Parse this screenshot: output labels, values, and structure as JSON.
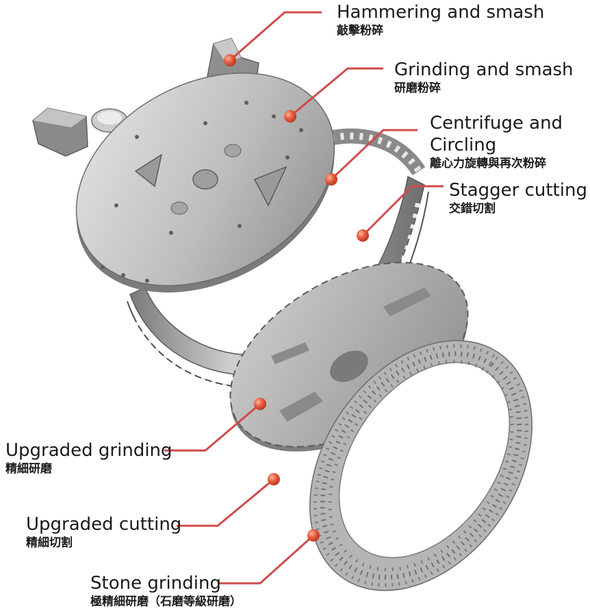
{
  "colors": {
    "leader": "#d04a4a",
    "dot": "#e65c3c",
    "metal_light": "#d9d9d9",
    "metal_mid": "#a9a9a9",
    "metal_dark": "#6b6b6b"
  },
  "callouts": [
    {
      "en": "Hammering and smash",
      "zh": "敲擊粉碎"
    },
    {
      "en": "Grinding and smash",
      "zh": "研磨粉碎"
    },
    {
      "en": "Centrifuge and",
      "en2": "Circling",
      "zh": "離心力旋轉與再次粉碎"
    },
    {
      "en": "Stagger cutting",
      "zh": "交錯切割"
    },
    {
      "en": "Upgraded grinding",
      "zh": "精細研磨"
    },
    {
      "en": "Upgraded cutting",
      "zh": "精細切割"
    },
    {
      "en": "Stone grinding",
      "zh": "極精細研磨（石磨等級研磨）"
    }
  ]
}
